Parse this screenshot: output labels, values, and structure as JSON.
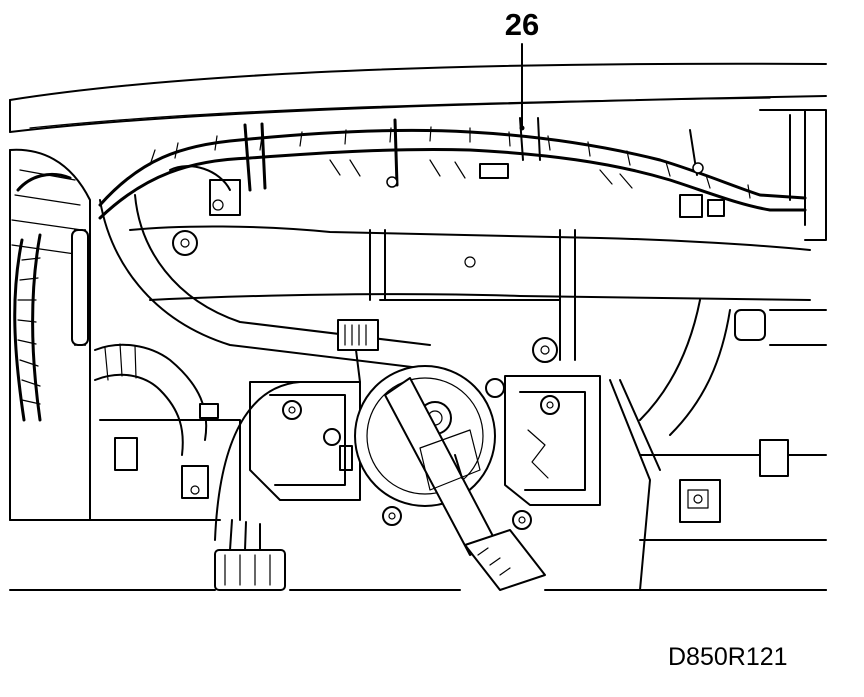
{
  "figure": {
    "callout_label": "26",
    "figure_code": "D850R121"
  },
  "icons": {
    "illustration": "dashboard-wiring-harness-illustration",
    "leader_line": "callout-leader-line"
  }
}
